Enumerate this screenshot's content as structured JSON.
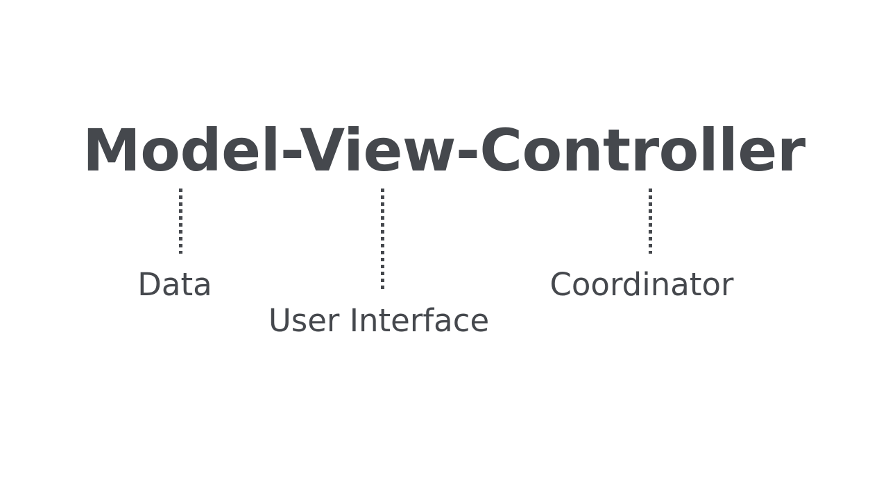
{
  "slide": {
    "background_color": "#ffffff",
    "text_color": "#45484d",
    "title": "Model-View-Controller"
  },
  "diagram": {
    "type": "annotated-term-breakdown",
    "term": "Model-View-Controller",
    "parts": [
      {
        "term": "Model",
        "label": "Data",
        "connector": "dotted-vertical-line"
      },
      {
        "term": "View",
        "label": "User Interface",
        "connector": "dotted-vertical-line"
      },
      {
        "term": "Controller",
        "label": "Coordinator",
        "connector": "dotted-vertical-line"
      }
    ]
  }
}
